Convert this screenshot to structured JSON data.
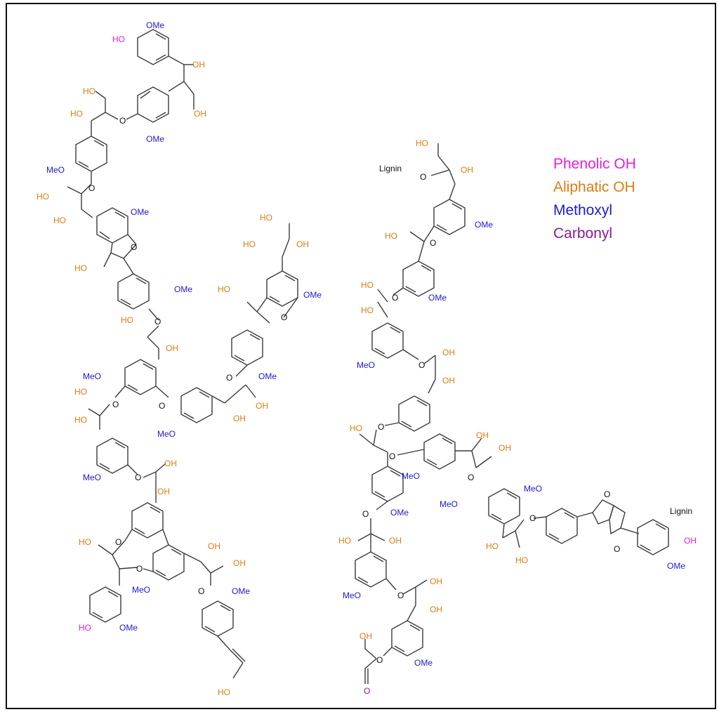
{
  "colors": {
    "phenolic": "#e61ed6",
    "aliphatic": "#e07b12",
    "methoxyl": "#1a1ad6",
    "carbonyl": "#8a1a96",
    "plain": "#111111",
    "bond": "#3a3a3a"
  },
  "legend": {
    "phenolic": "Phenolic OH",
    "aliphatic": "Aliphatic OH",
    "methoxyl": "Methoxyl",
    "carbonyl": "Carbonyl"
  },
  "atoms": {
    "ho": "HO",
    "oh": "OH",
    "ome": "OMe",
    "meo": "MeO",
    "o": "O",
    "lignin": "Lignin"
  }
}
